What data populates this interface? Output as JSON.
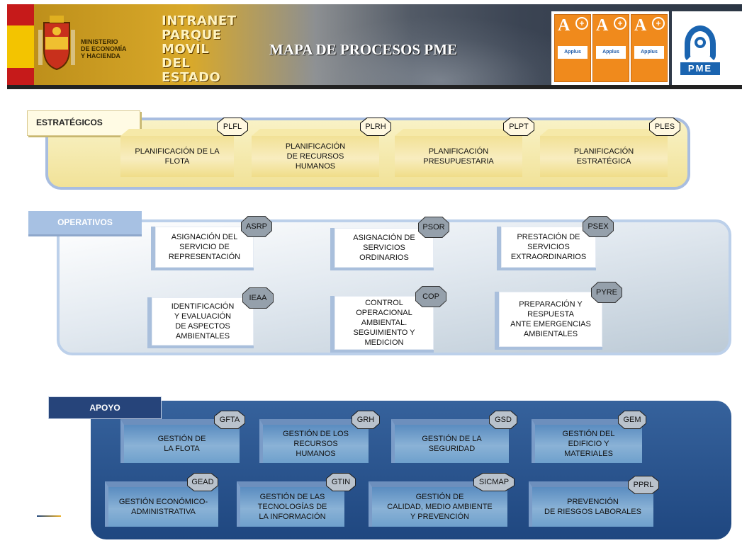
{
  "header": {
    "ministry_text": "MINISTERIO\nDE ECONOMÍA\nY HACIENDA",
    "intranet_text": "INTRANET\nPARQUE MOVIL\nDEL ESTADO",
    "title": "MAPA DE PROCESOS PME",
    "cert_letter": "A",
    "cert_mark": "Applus",
    "logo_text": "PME"
  },
  "estrategicos": {
    "label": "ESTRATÉGICOS",
    "processes": [
      {
        "code": "PLFL",
        "name": "PLANIFICACIÓN DE LA\nFLOTA"
      },
      {
        "code": "PLRH",
        "name": "PLANIFICACIÓN\nDE RECURSOS\nHUMANOS"
      },
      {
        "code": "PLPT",
        "name": "PLANIFICACIÓN\nPRESUPUESTARIA"
      },
      {
        "code": "PLES",
        "name": "PLANIFICACIÓN\nESTRATÉGICA"
      }
    ]
  },
  "operativos": {
    "label": "OPERATIVOS",
    "processes": [
      {
        "code": "ASRP",
        "name": "ASIGNACIÓN  DEL\nSERVICIO DE\nREPRESENTACIÓN"
      },
      {
        "code": "PSOR",
        "name": "ASIGNACIÓN  DE\nSERVICIOS\nORDINARIOS"
      },
      {
        "code": "PSEX",
        "name": "PRESTACIÓN  DE\nSERVICIOS\nEXTRAORDINARIOS"
      },
      {
        "code": "IEAA",
        "name": "IDENTIFICACIÓN\nY EVALUACIÓN\nDE ASPECTOS\nAMBIENTALES"
      },
      {
        "code": "COP",
        "name": "CONTROL\nOPERACIONAL\nAMBIENTAL.\nSEGUIMIENTO Y\nMEDICION"
      },
      {
        "code": "PYRE",
        "name": "PREPARACIÓN Y\nRESPUESTA\nANTE EMERGENCIAS\nAMBIENTALES"
      }
    ]
  },
  "apoyo": {
    "label": "APOYO",
    "processes": [
      {
        "code": "GFTA",
        "name": "GESTIÓN DE\nLA FLOTA"
      },
      {
        "code": "GRH",
        "name": "GESTIÓN DE LOS\nRECURSOS\nHUMANOS"
      },
      {
        "code": "GSD",
        "name": "GESTIÓN DE LA\nSEGURIDAD"
      },
      {
        "code": "GEM",
        "name": "GESTIÓN DEL\nEDIFICIO Y\nMATERIALES"
      },
      {
        "code": "GEAD",
        "name": "GESTIÓN ECONÓMICO-\nADMINISTRATIVA"
      },
      {
        "code": "GTIN",
        "name": "GESTIÓN DE LAS\nTECNOLOGÍAS DE\nLA INFORMACIÓN"
      },
      {
        "code": "SICMAP",
        "name": "GESTIÓN DE\nCALIDAD, MEDIO AMBIENTE\nY PREVENCIÓN"
      },
      {
        "code": "PPRL",
        "name": "PREVENCIÓN\nDE RIESGOS LABORALES"
      }
    ]
  },
  "colors": {
    "estrategicos_bg": "#f4e8a8",
    "operativos_border": "#bcd0ea",
    "apoyo_bg": "#2a5590"
  }
}
